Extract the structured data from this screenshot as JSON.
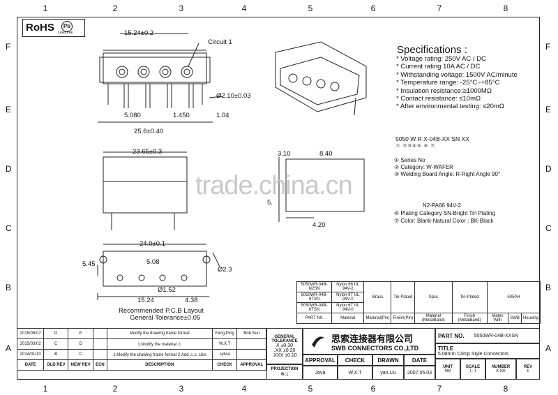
{
  "zones": {
    "cols": [
      "1",
      "2",
      "3",
      "4",
      "5",
      "6",
      "7",
      "8"
    ],
    "rows": [
      "F",
      "E",
      "D",
      "C",
      "B",
      "A"
    ]
  },
  "rohs": {
    "label": "RoHS",
    "pb": "Pb",
    "leadfree": "Lead-free"
  },
  "dims": {
    "d1": "15.24±0.2",
    "circuit": "Circuit 1",
    "d2": "Ø2.10±0.03",
    "d3": "5.080",
    "d4": "1.450",
    "d5": "1.04",
    "d6": "25.6±0.40",
    "d7": "23.65±0.3",
    "d8": "3.10",
    "d9": "8.40",
    "d10": "5.",
    "d11": "4.20",
    "d12": "24.0±0.1",
    "d13": "5.45",
    "d14": "5.08",
    "d15": "Ø2.3",
    "d16": "Ø1.52",
    "d17": "15.24",
    "d18": "4.38",
    "pcb1": "Recommended P.C.B Layout",
    "pcb2": "General Tolerance±0.05"
  },
  "specs": {
    "title": "Specifications :",
    "items": [
      "Voltage rating: 250V AC / DC",
      "Current rating  10A  AC / DC",
      "Withstanding voltage: 1500V AC/minute",
      "Temperature range: -25°C~+85°C",
      "Insulation resistance:≥1000MΩ",
      "Contact resistance: ≤10mΩ",
      "After environmental testing: ≤20mΩ"
    ]
  },
  "partnumber": {
    "code": "5050 W R X-04B-XX SN XX",
    "nums": "① ②③④⑤ ⑥ ⑦",
    "l1": "① Series No",
    "l2": "② Category: W-WAFER",
    "l3": "③ Welding Board Angle: R-Right Angle 90°",
    "l5": "N2-PA66  94V-2",
    "l6": "⑥ Plating Category  SN-Bright Tin Plating",
    "l7": "⑦ Color:  Blank-Natural Color ; BK-Black"
  },
  "watermark": "trade.china.cn",
  "material_table": {
    "rows": [
      [
        "5050WR-04B-N2SN",
        "Nylon 66  UL 94V-2"
      ],
      [
        "5050WR-04B-9TSN",
        "Nylon 9T  UL 94V-0"
      ],
      [
        "5050WR-04B-6TSN",
        "Nylon 6T  UL 94V-0"
      ]
    ],
    "brass": "Brass",
    "tin1": "Tin-Plated",
    "spcc": "Spcc",
    "tin2": "Tin-Plated",
    "housing": "5050H",
    "footer": [
      "PART N0.",
      "Material",
      "Material(Pin)",
      "Finish(Pin)",
      "Material (MetalBand)",
      "Finish (MetalBand)",
      "Mates With",
      "SWB",
      "Housing"
    ]
  },
  "revisions": [
    {
      "date": "2015/05/07",
      "old": "D",
      "new": "E",
      "desc": "Modify the drawing frame format",
      "check": "Feng Ping",
      "approval": "Bob Sun"
    },
    {
      "date": "2015/03/02",
      "old": "C",
      "new": "D",
      "desc": "1.Modify the material ⚠",
      "check": "W.X.T",
      "approval": ""
    },
    {
      "date": "2014/01/10",
      "old": "B",
      "new": "C",
      "desc": "1.Modify the drawing frame format 2.Add ⚠⚠ size",
      "check": "sylvia",
      "approval": ""
    }
  ],
  "rev_headers": [
    "DATE",
    "OLD REV",
    "NEW REV",
    "ECN",
    "DESCRIPTION",
    "CHECK",
    "APPROVAL"
  ],
  "tolerance": {
    "title": "GENERAL TOLERANCE",
    "rows": [
      [
        "X",
        "±0.30"
      ],
      [
        ".XX",
        "±0.20"
      ],
      [
        ".XXX",
        "±0.10"
      ]
    ],
    "projection": "PROJECTION"
  },
  "company": {
    "cn": "思索连接器有限公司",
    "en": "SWB CONNECTORS CO.,LTD"
  },
  "signoff": {
    "headers": [
      "APPROVAL",
      "CHECK",
      "DRAWN",
      "DATE"
    ],
    "values": [
      "Jova",
      "W.X.T",
      "yan.Liu",
      "2007.05.03"
    ]
  },
  "title_block": {
    "part_label": "PART NO.",
    "part_value": "5050WR-04B-XXSN",
    "title_label": "TITLE",
    "title_value": "5.08mm Crimp Style Connectors",
    "unit_label": "UNIT",
    "unit": "MM",
    "scale_label": "SCALE",
    "scale": "1 : 1",
    "number_label": "NUMBER",
    "number": "A-106",
    "rev_label": "REV",
    "rev": "E"
  }
}
